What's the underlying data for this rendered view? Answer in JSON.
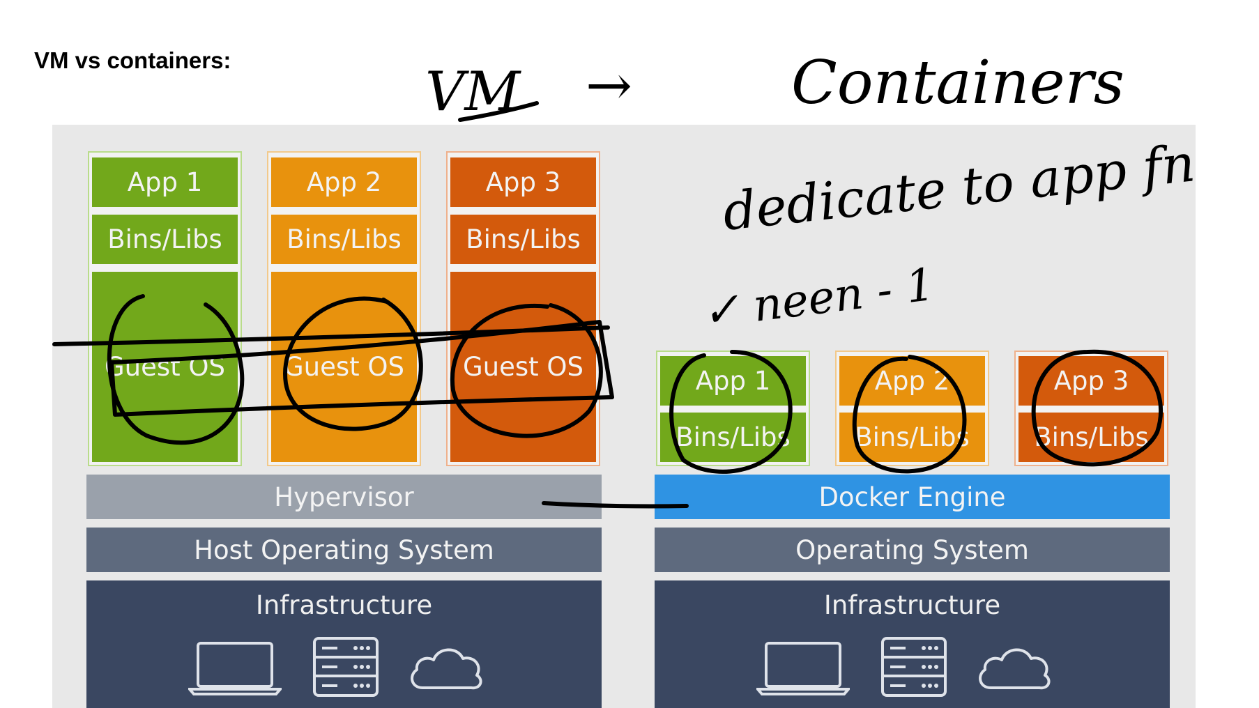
{
  "heading": "VM vs containers:",
  "vm": {
    "apps": [
      {
        "app": "App 1",
        "libs": "Bins/Libs",
        "os": "Guest OS"
      },
      {
        "app": "App 2",
        "libs": "Bins/Libs",
        "os": "Guest OS"
      },
      {
        "app": "App 3",
        "libs": "Bins/Libs",
        "os": "Guest OS"
      }
    ],
    "hypervisor": "Hypervisor",
    "host_os": "Host Operating System",
    "infrastructure": "Infrastructure"
  },
  "containers": {
    "apps": [
      {
        "app": "App 1",
        "libs": "Bins/Libs"
      },
      {
        "app": "App 2",
        "libs": "Bins/Libs"
      },
      {
        "app": "App 3",
        "libs": "Bins/Libs"
      }
    ],
    "engine": "Docker Engine",
    "os": "Operating System",
    "infrastructure": "Infrastructure"
  },
  "annotations": {
    "vm": "VM",
    "arrow": "→",
    "containers": "Containers",
    "dedicate": "dedicate to app fn",
    "check_note": "✓ neen - 1"
  },
  "icons": [
    "laptop-icon",
    "server-icon",
    "cloud-icon"
  ],
  "colors": {
    "green": "#72a81b",
    "orange": "#e8920d",
    "red_orange": "#d35a0c",
    "hypervisor": "#9aa1ab",
    "docker": "#2f93e3",
    "os": "#5e6a7e",
    "infrastructure": "#3a4761",
    "background": "#e8e8e8"
  }
}
